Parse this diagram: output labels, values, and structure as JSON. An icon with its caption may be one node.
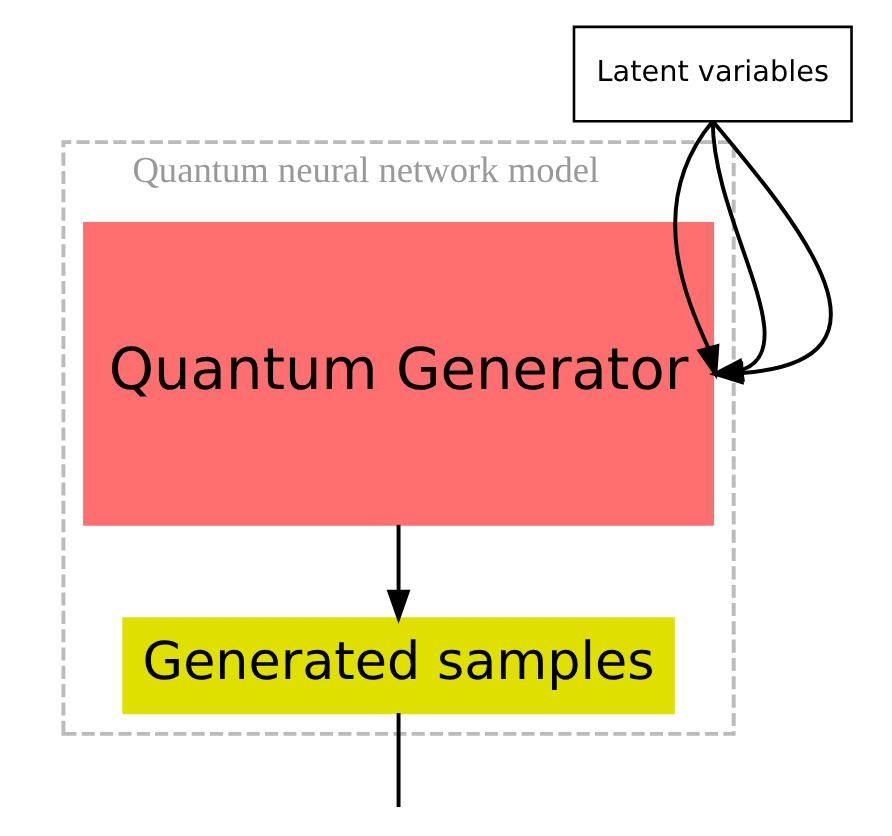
{
  "diagram": {
    "nodes": [
      {
        "text": [
          "Quantum neural network model"
        ]
      },
      {
        "text": [
          "Quantum Generator"
        ],
        "in": 0
      },
      {
        "text": [
          "Latent variables"
        ]
      },
      {
        "text": [
          "Generated samples"
        ],
        "in": 0
      }
    ],
    "edges": [
      {
        "from": 2,
        "to": 1,
        "arrow": "to"
      },
      {
        "from": 2,
        "to": 1,
        "arrow": "to"
      },
      {
        "from": 2,
        "to": 1,
        "arrow": "to"
      },
      {
        "from": 1,
        "to": 3,
        "arrow": "to"
      },
      {
        "from": 3,
        "to": null,
        "arrow": "none"
      }
    ]
  }
}
